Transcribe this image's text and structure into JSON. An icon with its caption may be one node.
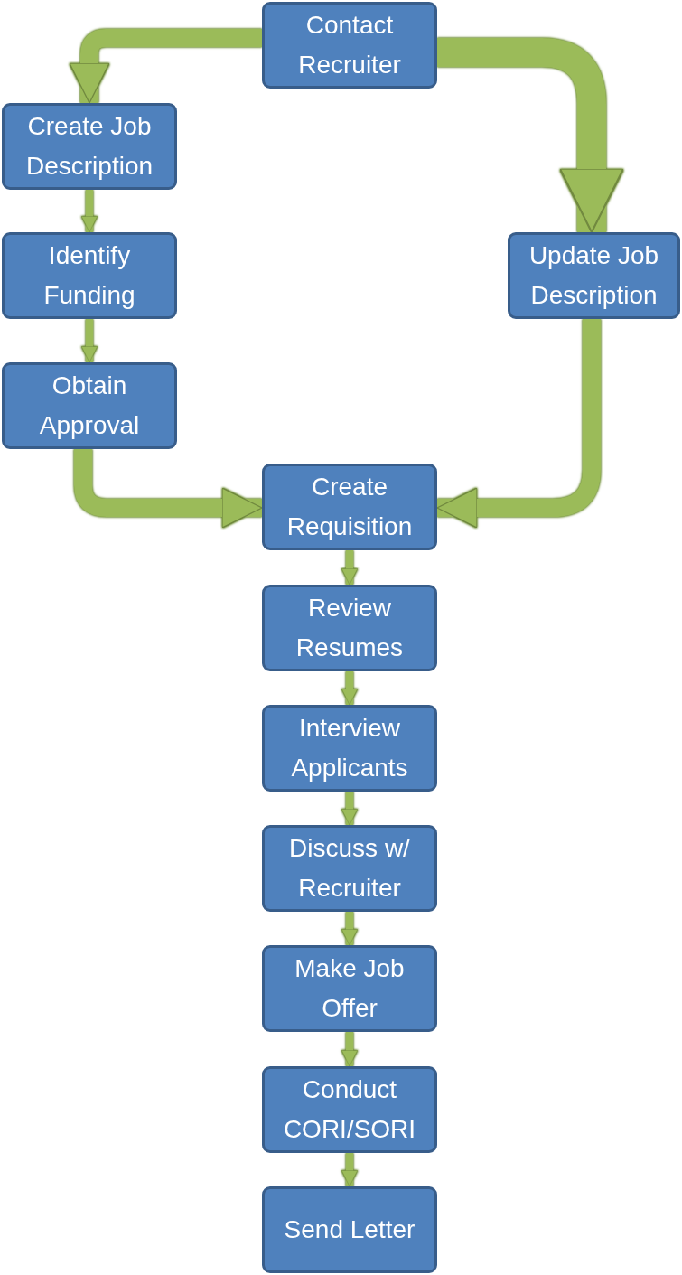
{
  "diagram": {
    "nodes": [
      {
        "text": [
          "Contact Recruiter"
        ]
      },
      {
        "text": [
          "Create Job Description"
        ]
      },
      {
        "text": [
          "Identify Funding"
        ]
      },
      {
        "text": [
          "Obtain Approval"
        ]
      },
      {
        "text": [
          "Update Job Description"
        ]
      },
      {
        "text": [
          "Create Requisition"
        ]
      },
      {
        "text": [
          "Review Resumes"
        ]
      },
      {
        "text": [
          "Interview Applicants"
        ]
      },
      {
        "text": [
          "Discuss w/ Recruiter"
        ]
      },
      {
        "text": [
          "Make Job Offer"
        ]
      },
      {
        "text": [
          "Conduct CORI/SORI"
        ]
      },
      {
        "text": [
          "Send Letter"
        ]
      }
    ],
    "edges": [
      {
        "from": 0,
        "to": 1,
        "arrow": "to",
        "style": "thick"
      },
      {
        "from": 0,
        "to": 4,
        "arrow": "to",
        "style": "thick"
      },
      {
        "from": 1,
        "to": 2,
        "arrow": "to"
      },
      {
        "from": 2,
        "to": 3,
        "arrow": "to"
      },
      {
        "from": 3,
        "to": 5,
        "arrow": "to",
        "style": "thick"
      },
      {
        "from": 4,
        "to": 5,
        "arrow": "to",
        "style": "thick"
      },
      {
        "from": 5,
        "to": 6,
        "arrow": "to"
      },
      {
        "from": 6,
        "to": 7,
        "arrow": "to"
      },
      {
        "from": 7,
        "to": 8,
        "arrow": "to"
      },
      {
        "from": 8,
        "to": 9,
        "arrow": "to"
      },
      {
        "from": 9,
        "to": 10,
        "arrow": "to"
      },
      {
        "from": 10,
        "to": 11,
        "arrow": "to"
      }
    ]
  }
}
